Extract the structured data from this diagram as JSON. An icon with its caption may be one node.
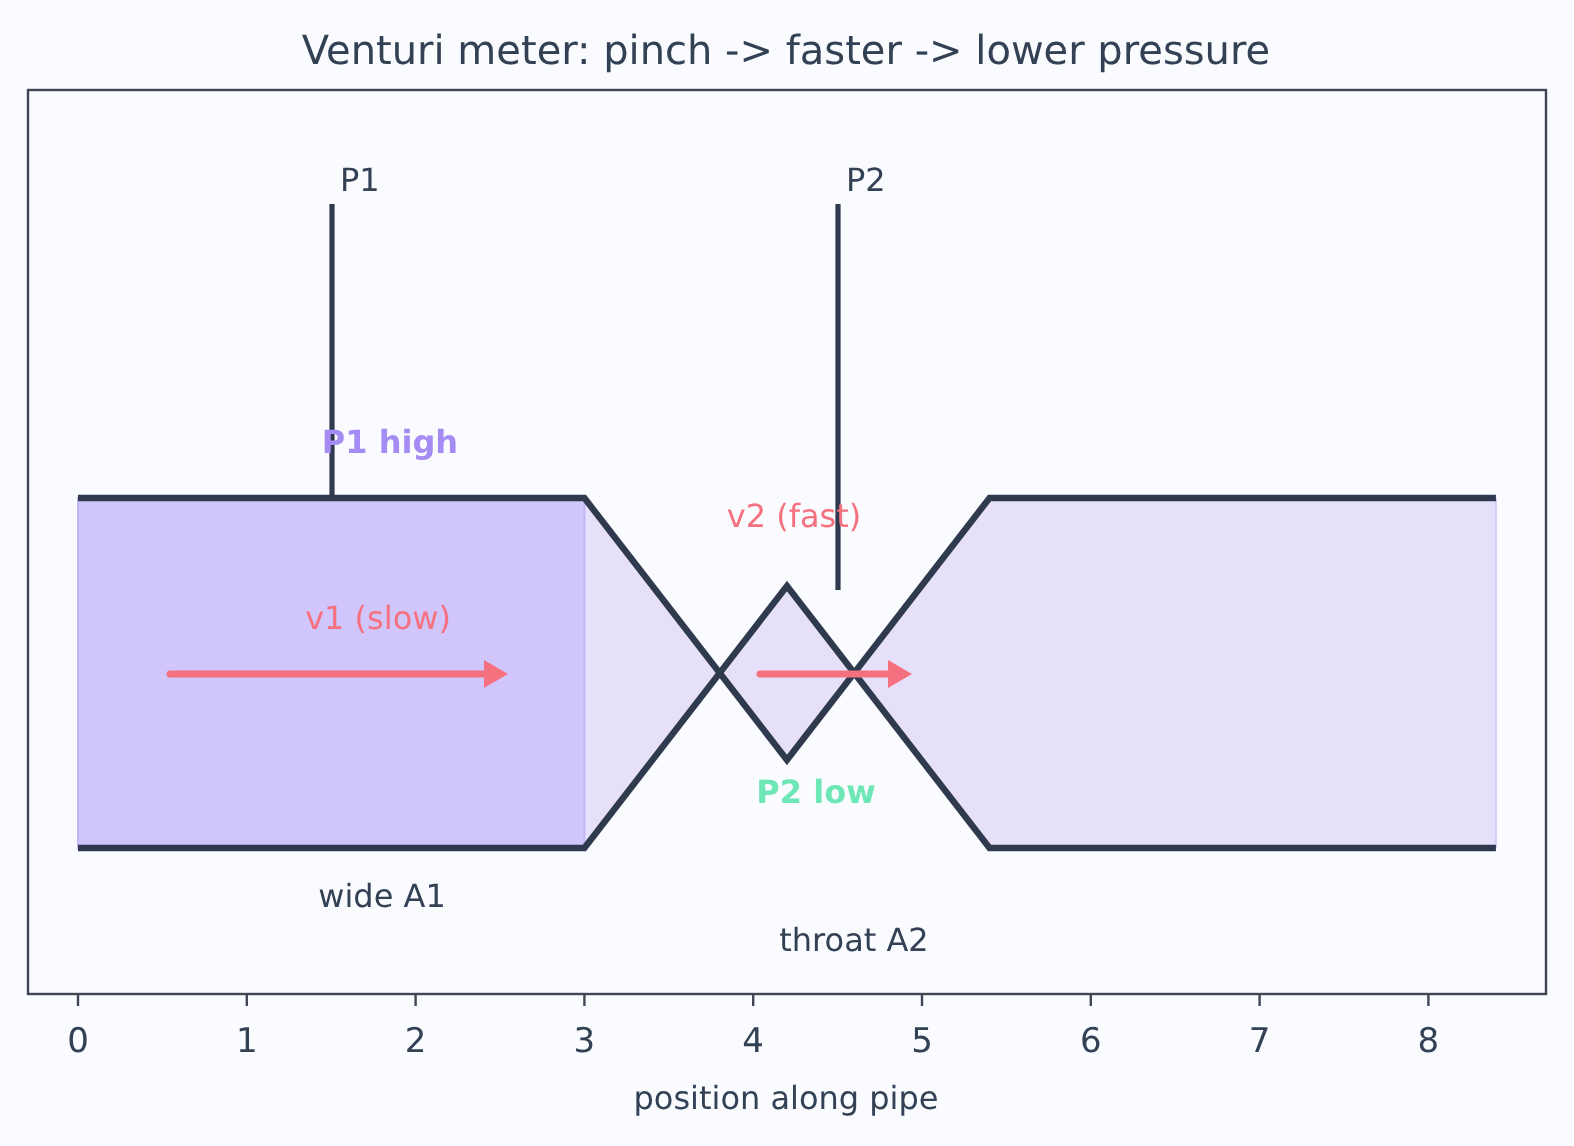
{
  "diagram": {
    "title": "Venturi meter: pinch -> faster -> lower pressure",
    "labels": [
      "P1",
      "P2",
      "P1 high",
      "v2 (fast)",
      "v1 (slow)",
      "P2 low",
      "wide A1",
      "throat A2",
      "0",
      "1",
      "2",
      "3",
      "4",
      "5",
      "6",
      "7",
      "8",
      "position along pipe"
    ]
  }
}
